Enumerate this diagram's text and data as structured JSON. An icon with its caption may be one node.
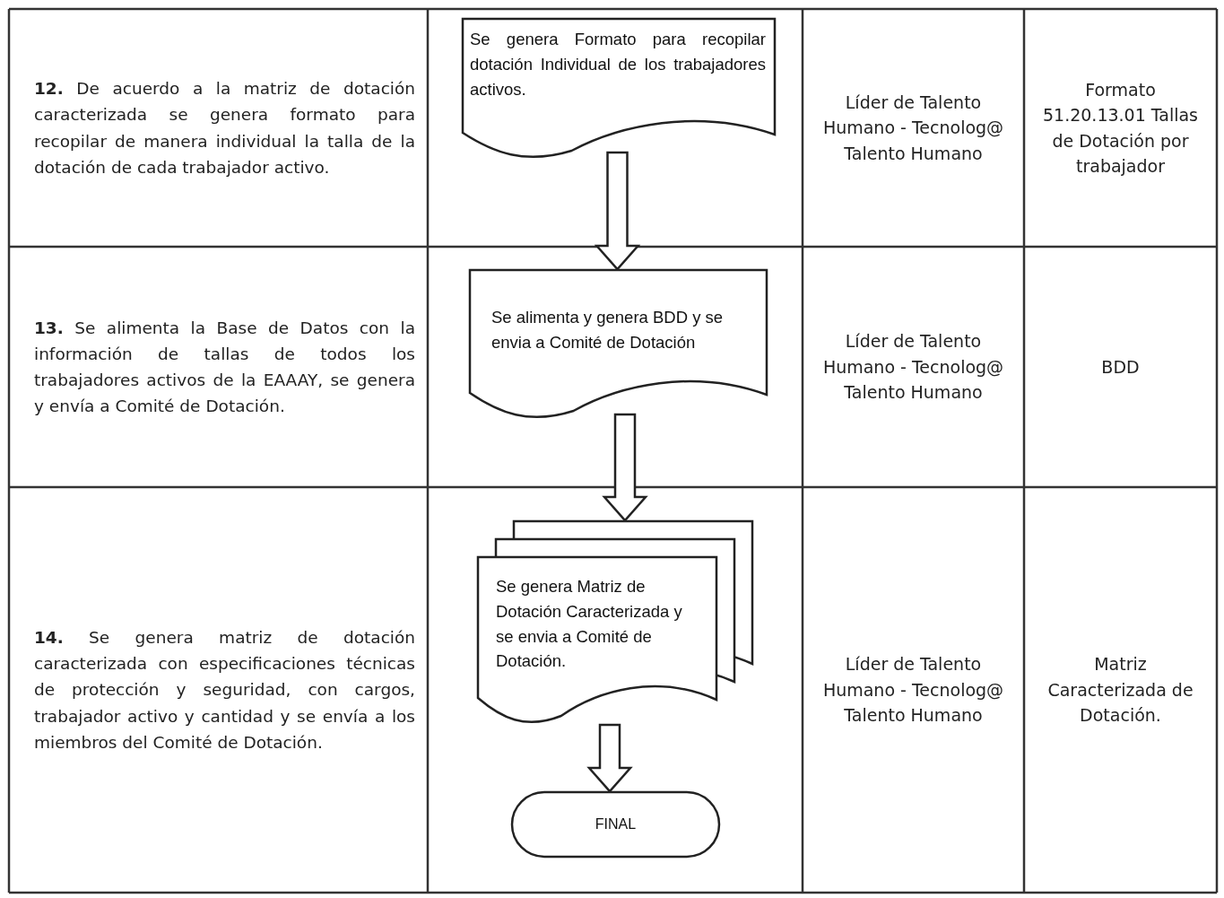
{
  "diagram": {
    "nodes": [
      {
        "text": [
          "Se genera Formato para recopilar dotación Individual de los trabajadores activos."
        ]
      },
      {
        "text": [
          "Se alimenta y genera BDD y se envia a Comité de Dotación"
        ]
      },
      {
        "text": [
          "Se genera Matriz de Dotación Caracterizada y se envia a Comité de Dotación."
        ]
      },
      {
        "text": [
          "FINAL"
        ]
      }
    ],
    "edges": [
      {
        "from": 0,
        "to": 1,
        "arrow": "to"
      },
      {
        "from": 1,
        "to": 2,
        "arrow": "to"
      },
      {
        "from": 2,
        "to": 3,
        "arrow": "to"
      }
    ],
    "labels": [
      "**12.** De acuerdo a la matriz de dotación caracterizada se genera formato para recopilar de manera individual la talla de la dotación de cada trabajador activo.",
      "Líder de Talento Humano - Tecnolog@ Talento Humano",
      "Formato 51.20.13.01 Tallas de Dotación por trabajador",
      "**13.** Se alimenta la Base de Datos con la información de tallas de todos los trabajadores activos de la EAAAY, se genera y envía a Comité de Dotación.",
      "Líder de Talento Humano - Tecnolog@ Talento Humano",
      "BDD",
      "**14.** Se genera matriz de dotación caracterizada con especificaciones técnicas de protección y seguridad, con cargos, trabajador activo y cantidad y se envía a los miembros del Comité de Dotación.",
      "Líder de Talento Humano - Tecnolog@ Talento Humano",
      "Matriz Caracterizada de Dotación."
    ]
  }
}
